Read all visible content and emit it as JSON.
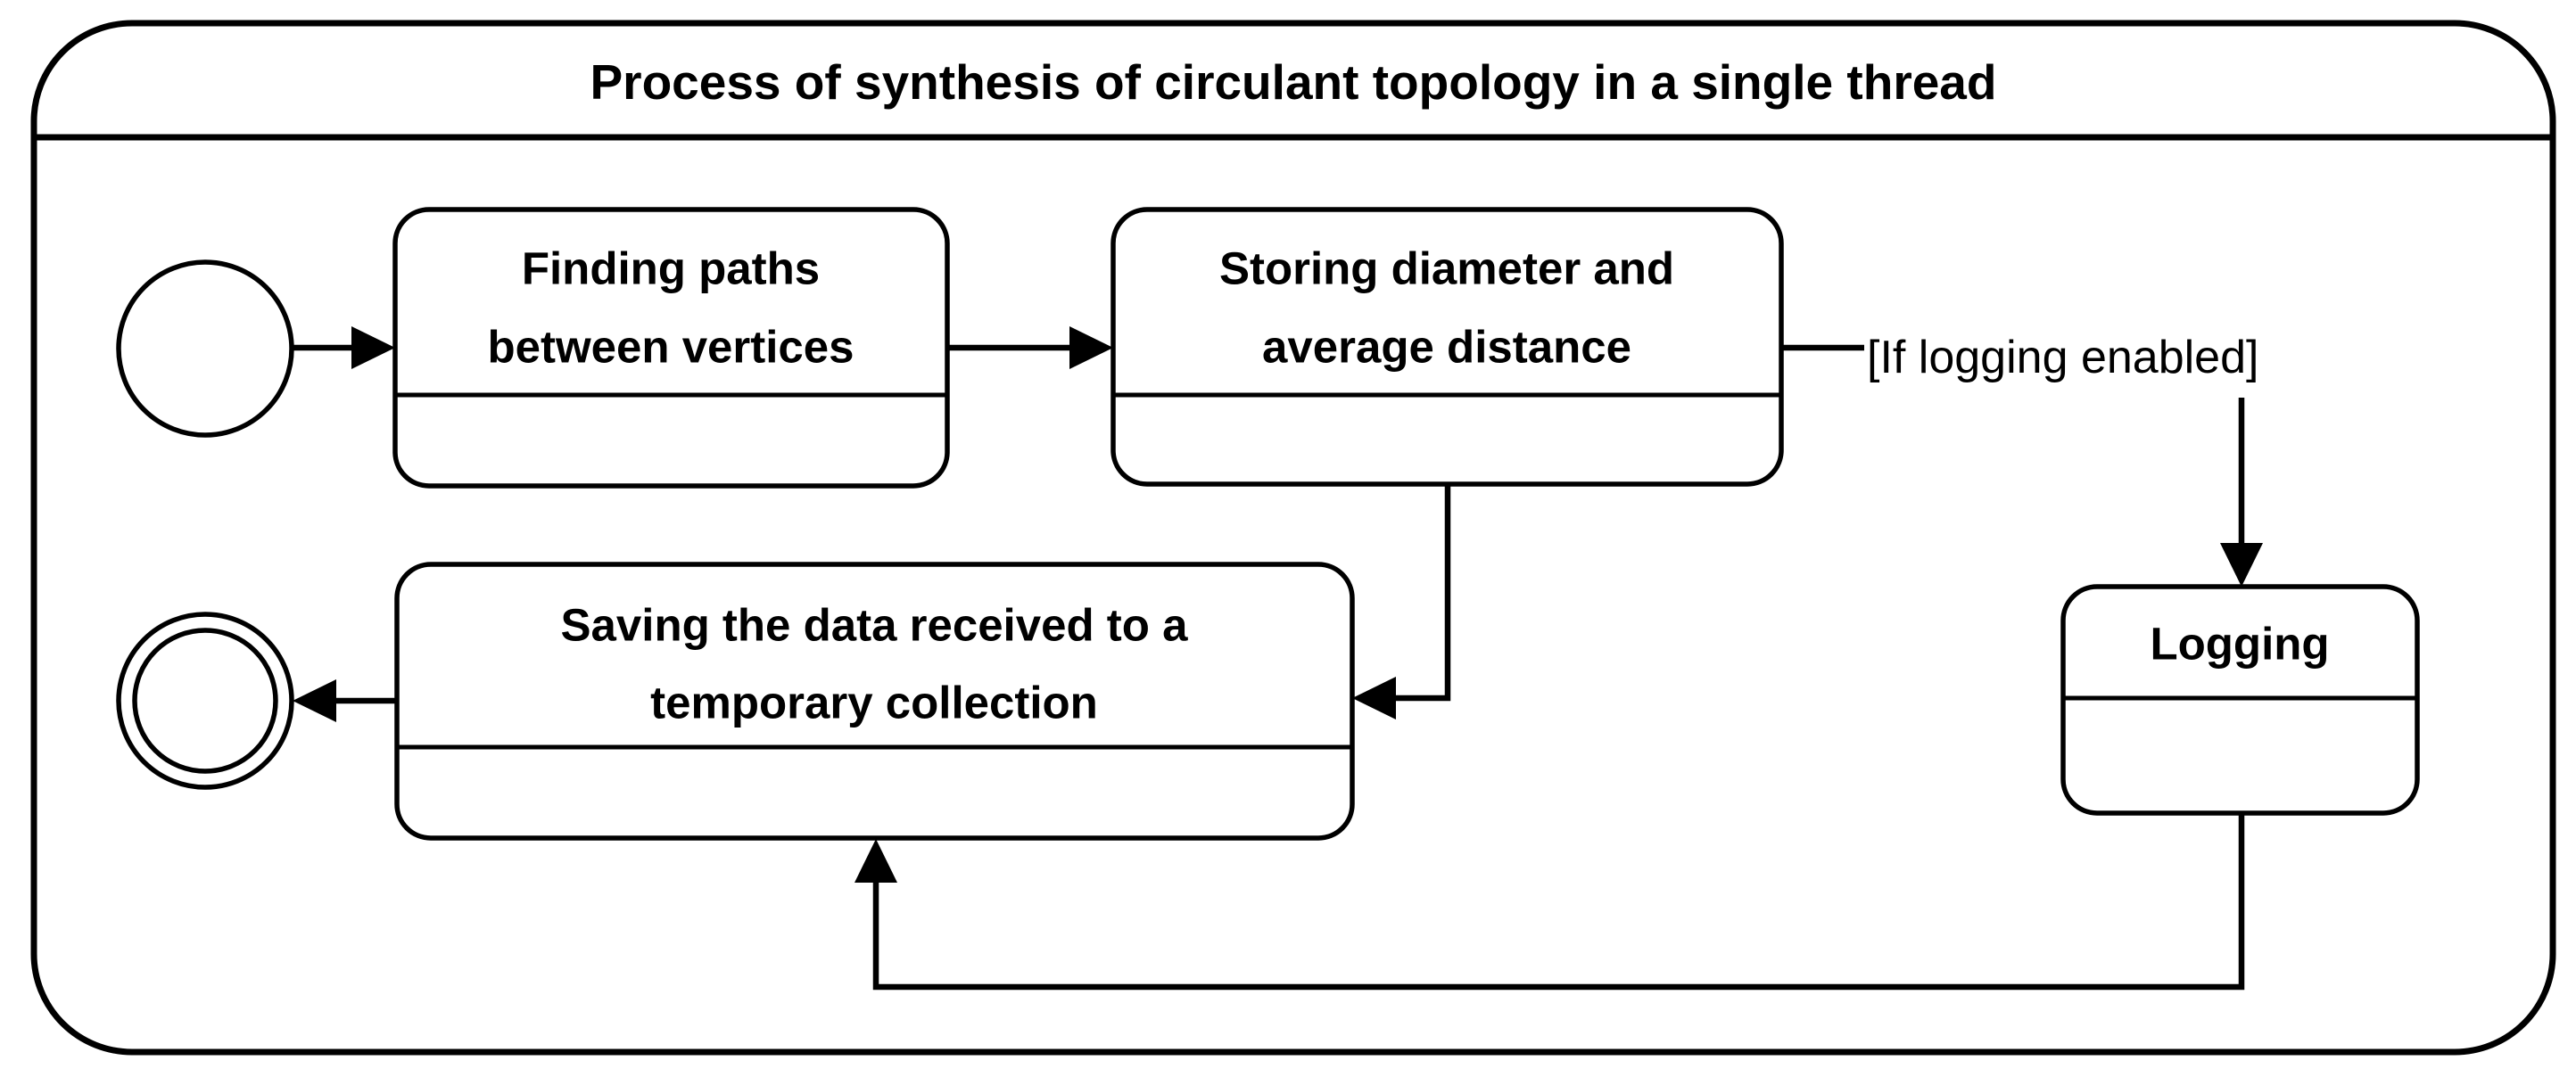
{
  "frame": {
    "title": "Process of synthesis of circulant topology in a single thread"
  },
  "nodes": {
    "start": {
      "type": "initial-node"
    },
    "finding": {
      "line1": "Finding paths",
      "line2": "between vertices"
    },
    "storing": {
      "line1": "Storing diameter and",
      "line2": "average distance"
    },
    "saving": {
      "line1": "Saving the data received to a",
      "line2": "temporary collection"
    },
    "logging": {
      "label": "Logging"
    },
    "end": {
      "type": "final-node"
    }
  },
  "edges": [
    {
      "from": "start",
      "to": "finding-paths"
    },
    {
      "from": "finding-paths",
      "to": "storing-diameter"
    },
    {
      "from": "storing-diameter",
      "to": "logging",
      "guard": "[If logging enabled]"
    },
    {
      "from": "storing-diameter",
      "to": "saving-data"
    },
    {
      "from": "saving-data",
      "to": "end"
    },
    {
      "from": "logging",
      "to": "saving-data"
    }
  ],
  "colors": {
    "stroke": "#000000",
    "background": "#ffffff"
  }
}
